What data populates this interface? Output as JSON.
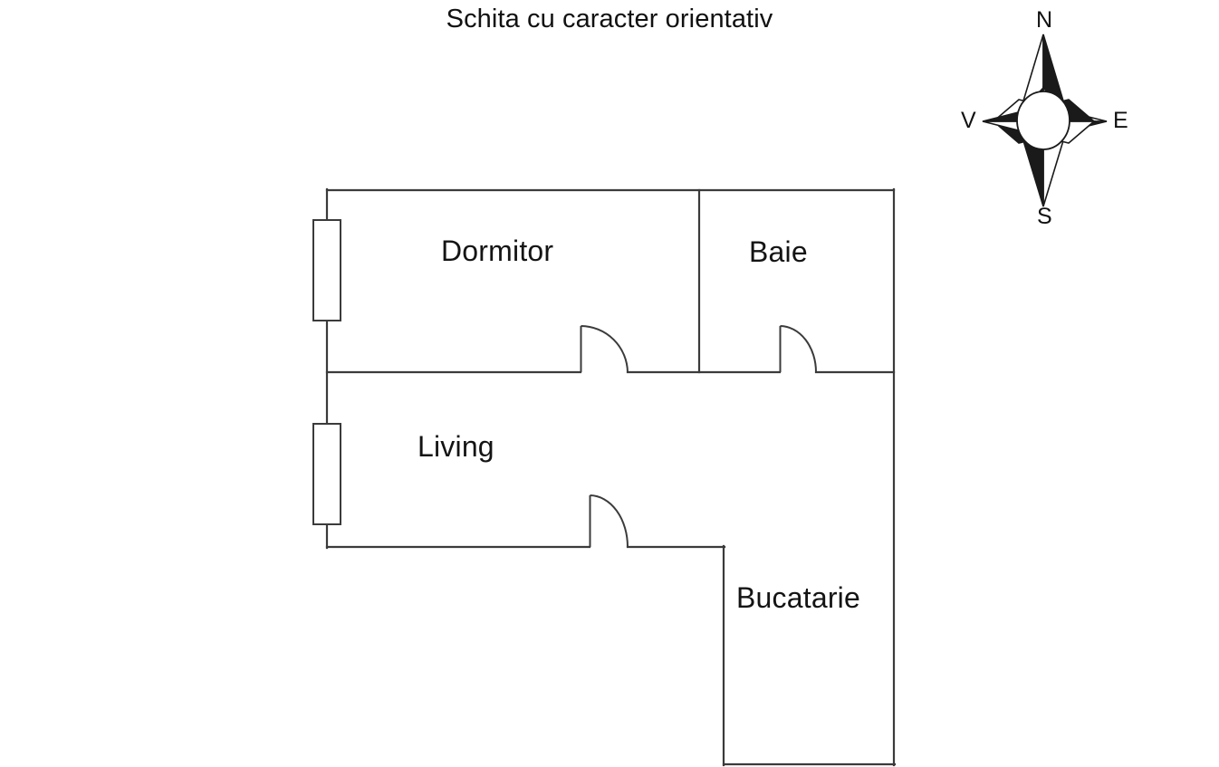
{
  "document": {
    "title": "Schita cu caracter orientativ",
    "type": "floor-plan-sketch",
    "background_color": "#ffffff",
    "line_color": "#3b3b3b",
    "text_color": "#141414"
  },
  "plan": {
    "rooms": [
      {
        "id": "dormitor",
        "label": "Dormitor"
      },
      {
        "id": "baie",
        "label": "Baie"
      },
      {
        "id": "living",
        "label": "Living"
      },
      {
        "id": "bucatarie",
        "label": "Bucatarie"
      }
    ],
    "openings": {
      "windows": [
        {
          "id": "window-dormitor",
          "wall": "west"
        },
        {
          "id": "window-living",
          "wall": "west"
        }
      ],
      "doors": [
        {
          "id": "door-dormitor",
          "swing": "right"
        },
        {
          "id": "door-baie",
          "swing": "right"
        },
        {
          "id": "door-living",
          "swing": "right"
        }
      ]
    }
  },
  "compass": {
    "north": "N",
    "east": "E",
    "south": "S",
    "west": "V",
    "fill_color": "#1a1a1a",
    "outline_color": "#1a1a1a"
  }
}
